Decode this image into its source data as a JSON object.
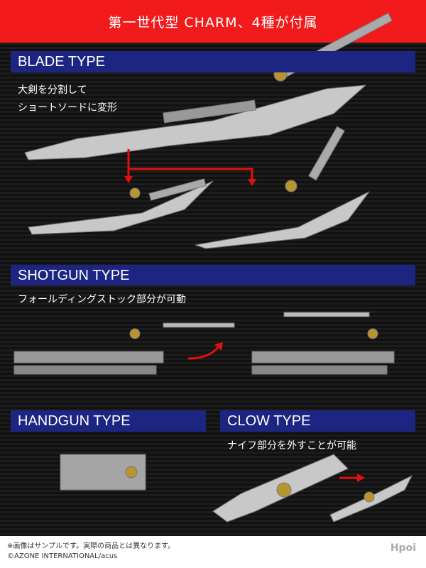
{
  "header": {
    "title": "第一世代型 CHARM、4種が付属"
  },
  "sections": {
    "blade": {
      "title": "BLADE TYPE",
      "desc1": "大剣を分割して",
      "desc2": "ショートソードに変形"
    },
    "shotgun": {
      "title": "SHOTGUN TYPE",
      "desc": "フォールディングストック部分が可動"
    },
    "handgun": {
      "title": "HANDGUN TYPE"
    },
    "clow": {
      "title": "CLOW TYPE",
      "desc": "ナイフ部分を外すことが可能"
    }
  },
  "footer": {
    "note": "※画像はサンプルです。実際の商品とは異なります。",
    "copyright": "©AZONE INTERNATIONAL/acus",
    "watermark": "Hpoi"
  },
  "colors": {
    "header": "#f21a1a",
    "bar": "#1c2682",
    "arrow": "#e01010"
  }
}
